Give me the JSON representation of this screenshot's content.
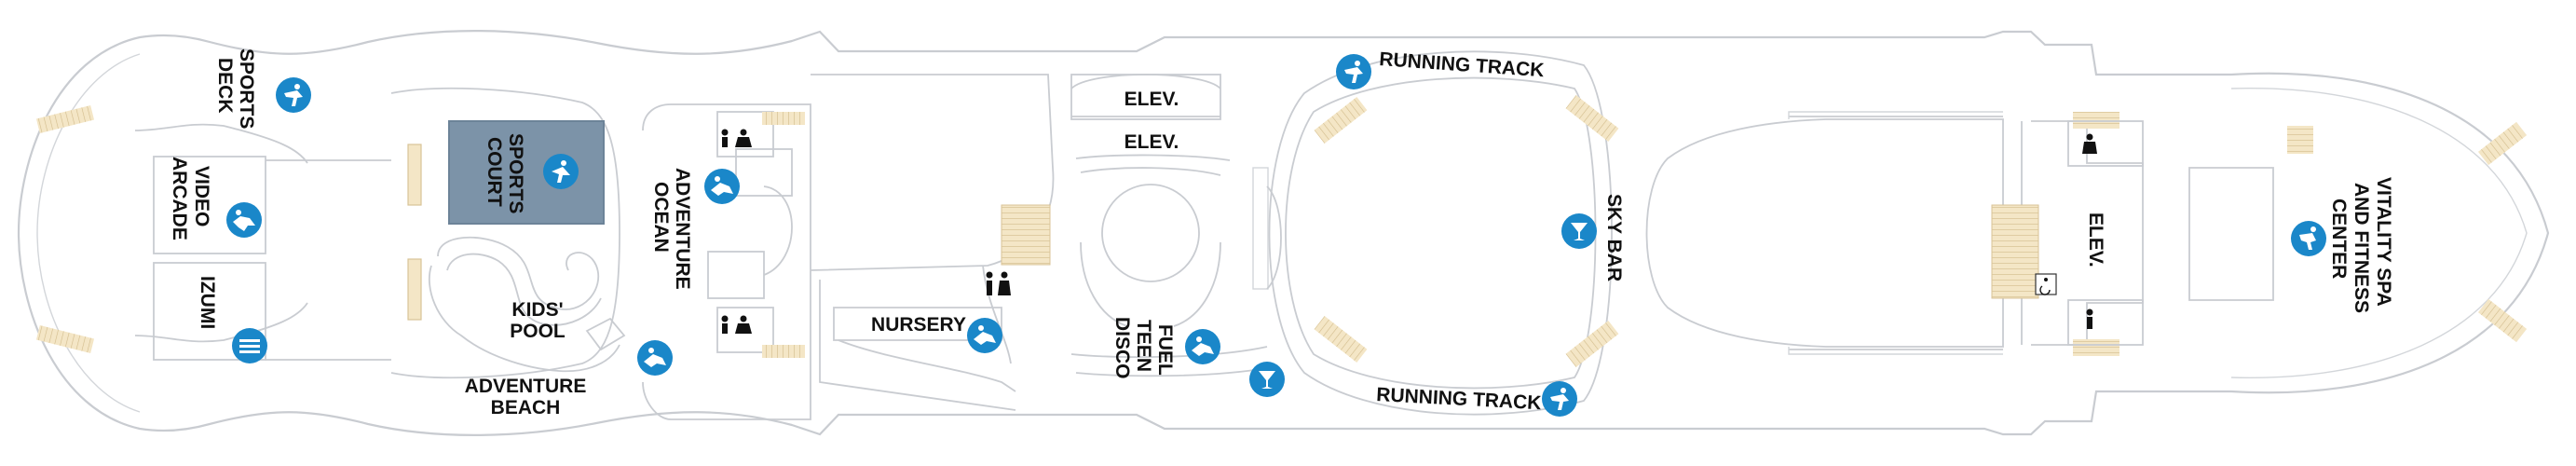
{
  "map": {
    "colors": {
      "hull_stroke": "#c9ccd1",
      "venue_icon": "#1a87c9",
      "sports_court_fill": "#7c93a8",
      "stairs": "#f4e6c6"
    },
    "labels": {
      "sports_deck": [
        "SPORTS",
        "DECK"
      ],
      "video_arcade": [
        "VIDEO",
        "ARCADE"
      ],
      "izumi": "IZUMI",
      "sports_court": [
        "SPORTS",
        "COURT"
      ],
      "kids_pool": [
        "KIDS'",
        "POOL"
      ],
      "adventure_beach": [
        "ADVENTURE",
        "BEACH"
      ],
      "adventure_ocean": [
        "ADVENTURE",
        "OCEAN"
      ],
      "nursery": "NURSERY",
      "elev_top": "ELEV.",
      "elev_mid": "ELEV.",
      "fuel_teen_disco": [
        "FUEL",
        "TEEN",
        "DISCO"
      ],
      "running_track_top": "RUNNING TRACK",
      "running_track_bottom": "RUNNING TRACK",
      "sky_bar": "SKY BAR",
      "elev_aft": "ELEV.",
      "vitality": [
        "VITALITY SPA",
        "AND FITNESS",
        "CENTER"
      ]
    },
    "icons": [
      "sports-icon",
      "arcade-icon",
      "dining-icon",
      "sports-court-icon",
      "kids-icon",
      "kids-pool-icon",
      "running-icon",
      "running-icon-bottom",
      "bar-icon",
      "disco-bar-icon",
      "disco-icon",
      "nursery-icon",
      "restroom-icon",
      "fitness-icon",
      "accessible-icon"
    ]
  }
}
